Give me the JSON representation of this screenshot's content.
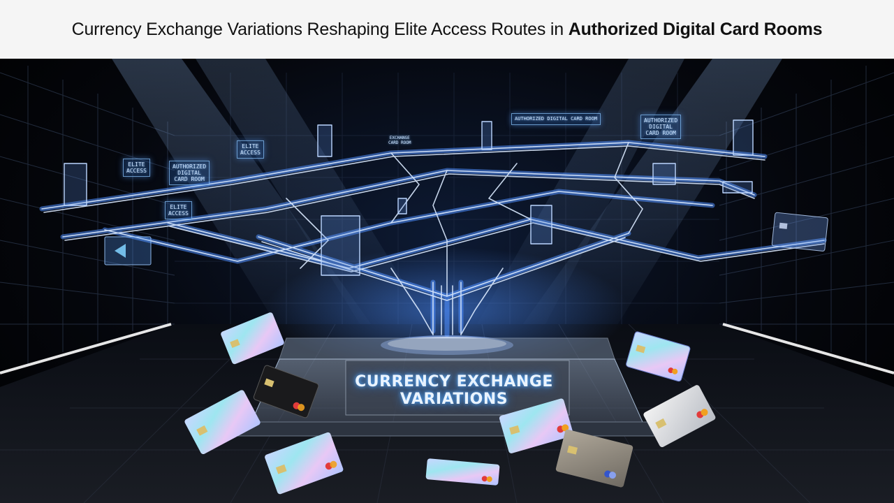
{
  "header": {
    "title_regular": "Currency Exchange Variations Reshaping Elite Access Routes in ",
    "title_bold": "Authorized Digital Card Rooms"
  },
  "scene": {
    "pedestal_label_line1": "CURRENCY EXCHANGE",
    "pedestal_label_line2": "VARIATIONS",
    "signs": {
      "elite_access_1": "ELITE\nACCESS",
      "elite_access_2": "ELITE\nACCESS",
      "elite_access_3": "ELITE\nACCESS",
      "authorized_room_left": "AUTHORIZED\nDIGITAL\nCARD ROOM",
      "authorized_room_top": "AUTHORIZED DIGITAL CARD ROOM",
      "authorized_room_right": "AUTHORIZED\nDIGITAL\nCARD ROOM",
      "exchange_small": "EXCHANGE\nCARD ROOM"
    }
  },
  "colors": {
    "header_bg": "#f5f5f5",
    "scene_bg": "#05070d",
    "hologram_blue": "#5fa8ff",
    "hologram_white": "#dbeaff",
    "floor_glow": "#ffffff"
  }
}
